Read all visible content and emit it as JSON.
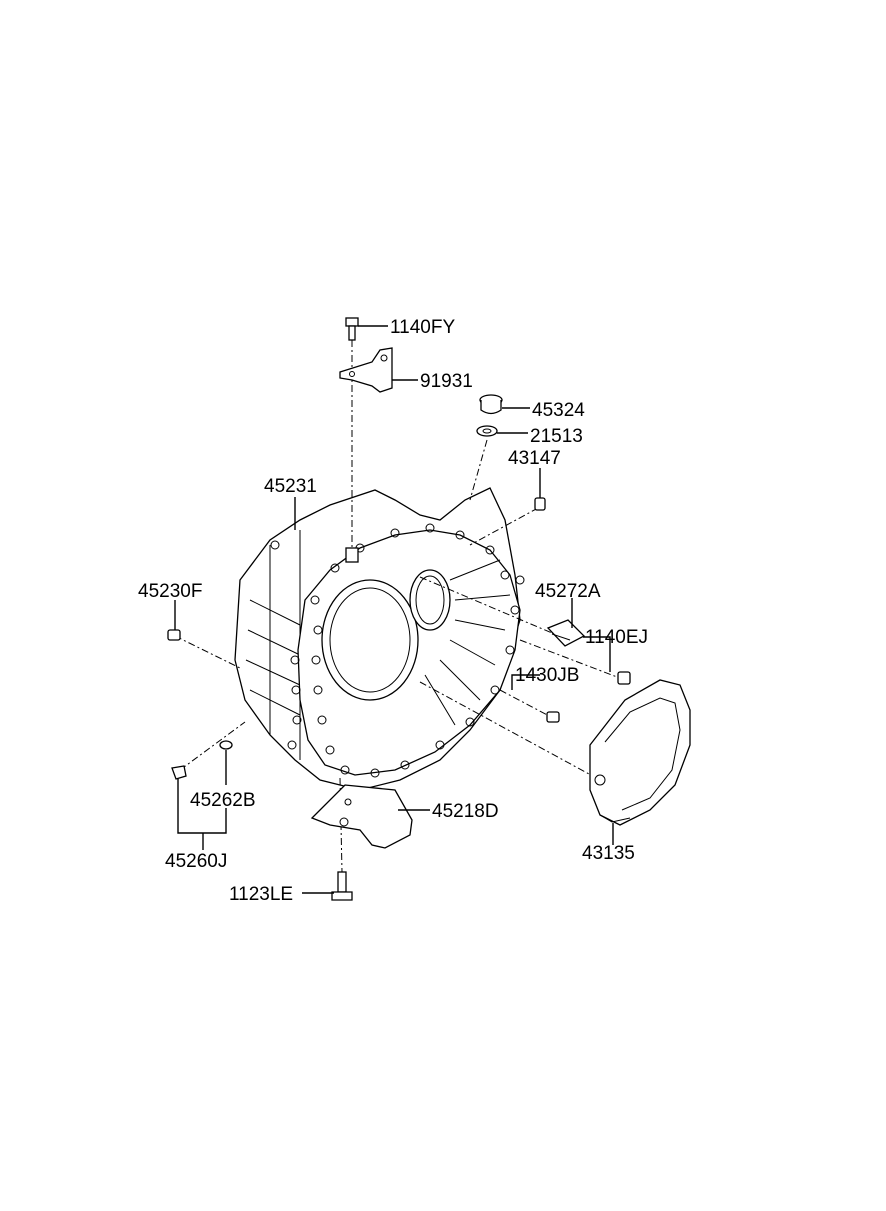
{
  "labels": {
    "p1140FY": "1140FY",
    "p91931": "91931",
    "p45324": "45324",
    "p21513": "21513",
    "p43147": "43147",
    "p45231": "45231",
    "p45230F": "45230F",
    "p45272A": "45272A",
    "p1140EJ": "1140EJ",
    "p1430JB": "1430JB",
    "p45262B": "45262B",
    "p45218D": "45218D",
    "p45260J": "45260J",
    "p43135": "43135",
    "p1123LE": "1123LE"
  }
}
